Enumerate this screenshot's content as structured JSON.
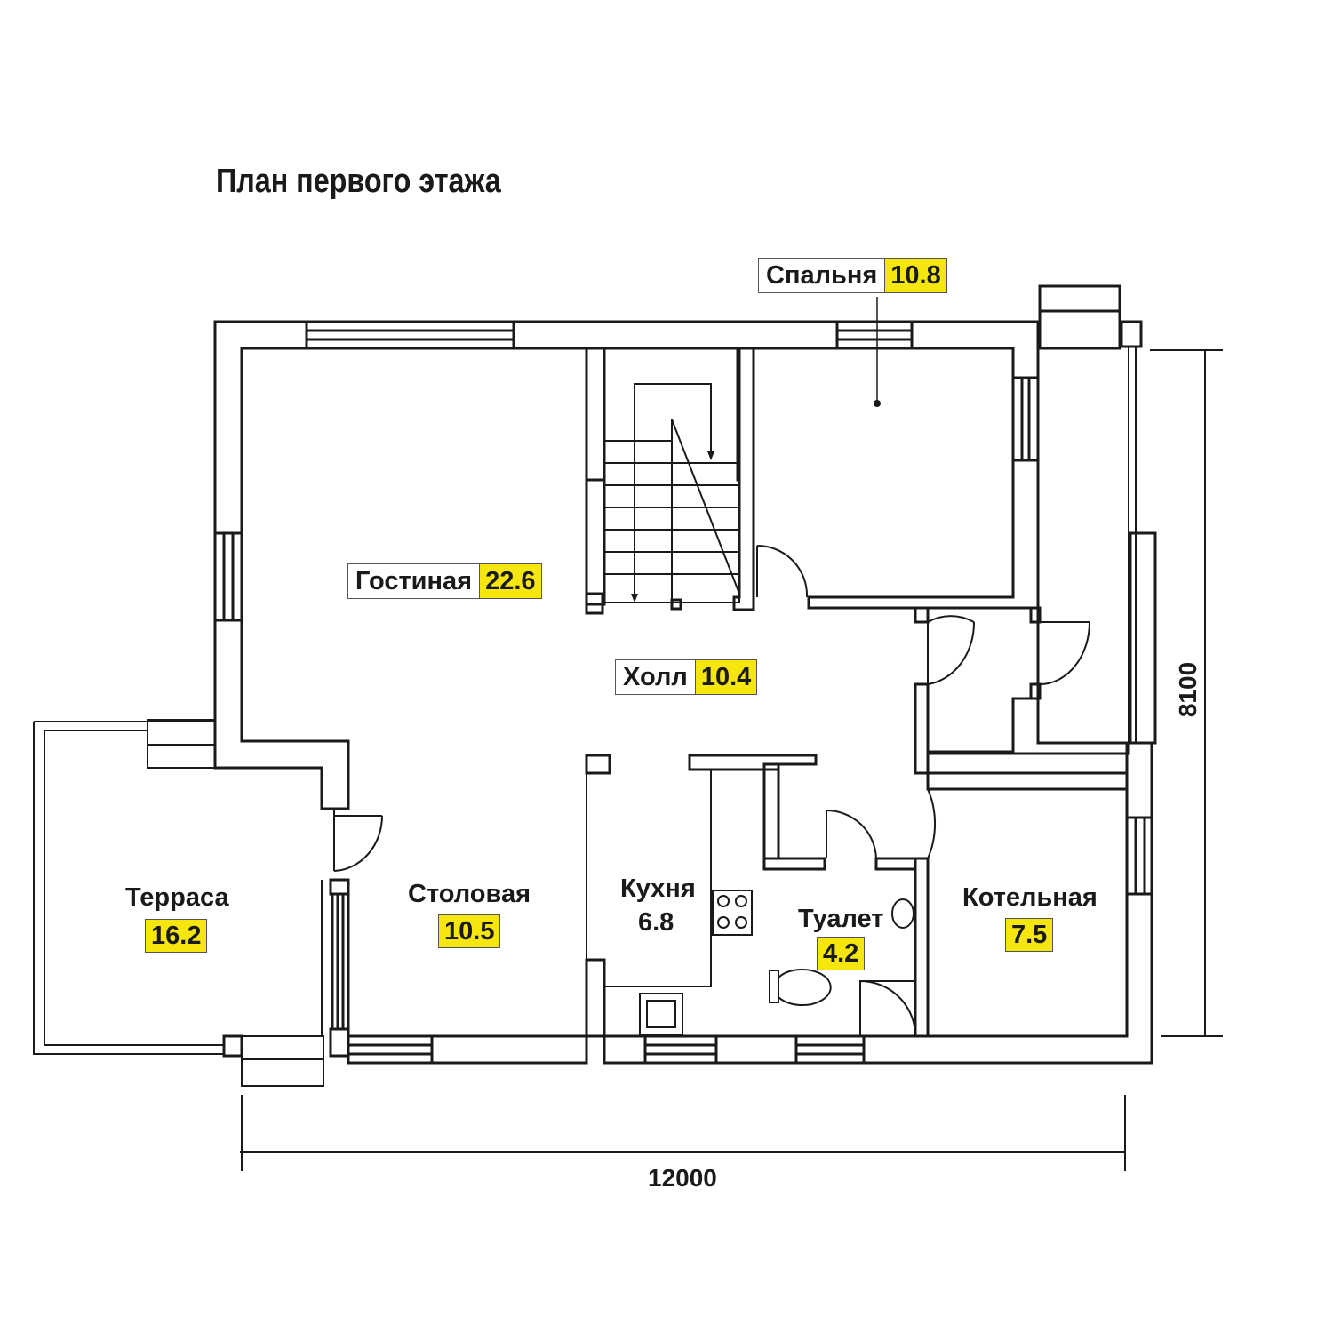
{
  "title": "План первого этажа",
  "rooms": {
    "bedroom": {
      "name": "Спальня",
      "area": "10.8"
    },
    "living": {
      "name": "Гостиная",
      "area": "22.6"
    },
    "hall": {
      "name": "Холл",
      "area": "10.4"
    },
    "terrace": {
      "name": "Терраса",
      "area": "16.2"
    },
    "dining": {
      "name": "Столовая",
      "area": "10.5"
    },
    "kitchen": {
      "name": "Кухня",
      "area": "6.8"
    },
    "toilet": {
      "name": "Туалет",
      "area": "4.2"
    },
    "boiler": {
      "name": "Котельная",
      "area": "7.5"
    }
  },
  "dimensions": {
    "width": "12000",
    "height": "8100"
  },
  "colors": {
    "wall": "#1a1a1a",
    "area_highlight": "#f6e60f"
  }
}
